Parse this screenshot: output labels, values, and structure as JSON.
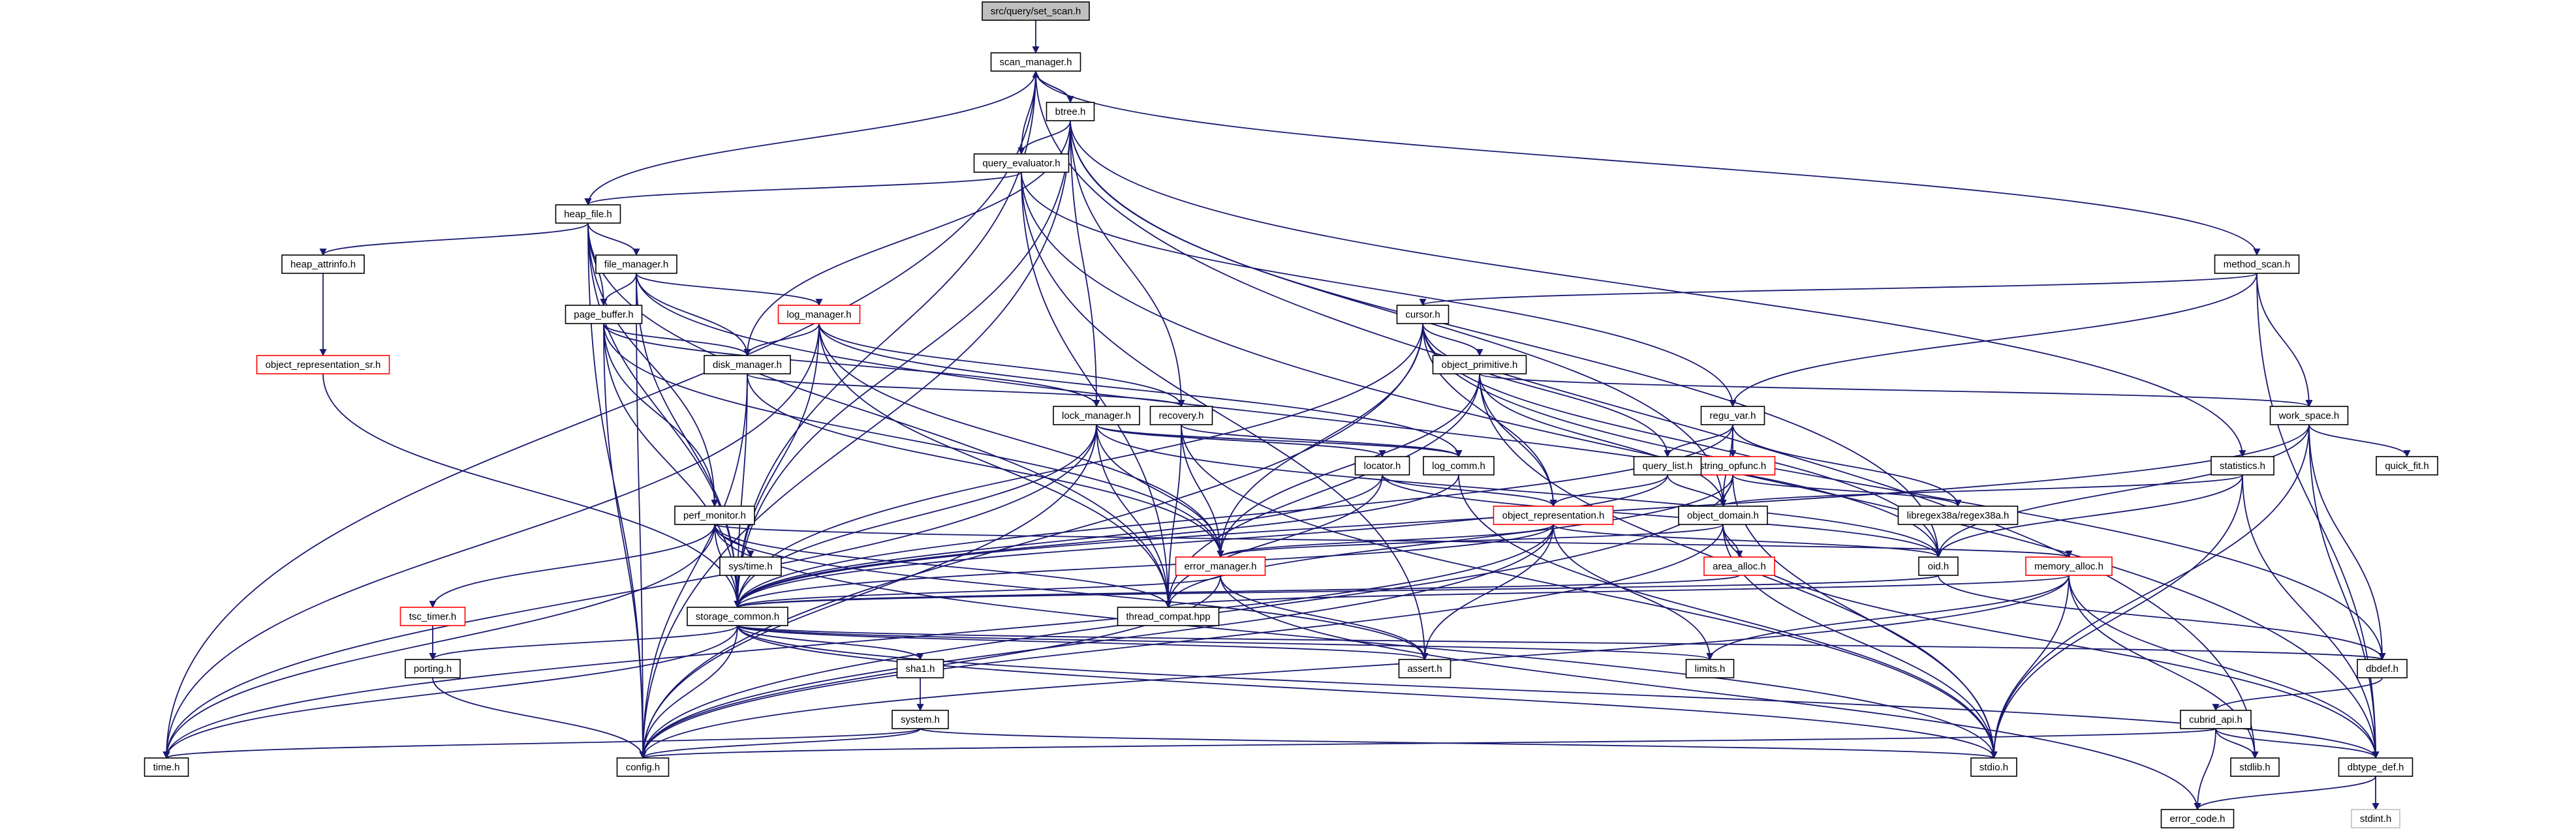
{
  "diagram": {
    "colors": {
      "edge": "#191970",
      "root_fill": "#bfbfbf",
      "red_border": "#ff0000",
      "grey_border": "#bfbfbf"
    },
    "nodes": [
      {
        "id": "set_scan",
        "label": "src/query/set_scan.h",
        "style": "root"
      },
      {
        "id": "scan_manager",
        "label": "scan_manager.h"
      },
      {
        "id": "btree",
        "label": "btree.h"
      },
      {
        "id": "query_evaluator",
        "label": "query_evaluator.h"
      },
      {
        "id": "heap_file",
        "label": "heap_file.h"
      },
      {
        "id": "heap_attrinfo",
        "label": "heap_attrinfo.h"
      },
      {
        "id": "object_representation_sr",
        "label": "object_representation_sr.h",
        "style": "red"
      },
      {
        "id": "file_manager",
        "label": "file_manager.h"
      },
      {
        "id": "page_buffer",
        "label": "page_buffer.h"
      },
      {
        "id": "log_manager",
        "label": "log_manager.h",
        "style": "red"
      },
      {
        "id": "disk_manager",
        "label": "disk_manager.h"
      },
      {
        "id": "lock_manager",
        "label": "lock_manager.h"
      },
      {
        "id": "recovery",
        "label": "recovery.h"
      },
      {
        "id": "method_scan",
        "label": "method_scan.h"
      },
      {
        "id": "cursor",
        "label": "cursor.h"
      },
      {
        "id": "object_primitive",
        "label": "object_primitive.h"
      },
      {
        "id": "regu_var",
        "label": "regu_var.h"
      },
      {
        "id": "work_space",
        "label": "work_space.h"
      },
      {
        "id": "quick_fit",
        "label": "quick_fit.h"
      },
      {
        "id": "string_opfunc",
        "label": "string_opfunc.h",
        "style": "red"
      },
      {
        "id": "query_list",
        "label": "query_list.h"
      },
      {
        "id": "statistics",
        "label": "statistics.h"
      },
      {
        "id": "libregex38a",
        "label": "libregex38a/regex38a.h"
      },
      {
        "id": "locator",
        "label": "locator.h"
      },
      {
        "id": "log_comm",
        "label": "log_comm.h"
      },
      {
        "id": "object_domain",
        "label": "object_domain.h"
      },
      {
        "id": "perf_monitor",
        "label": "perf_monitor.h"
      },
      {
        "id": "object_representation",
        "label": "object_representation.h",
        "style": "red"
      },
      {
        "id": "sys_time",
        "label": "sys/time.h"
      },
      {
        "id": "area_alloc",
        "label": "area_alloc.h",
        "style": "red"
      },
      {
        "id": "error_manager",
        "label": "error_manager.h",
        "style": "red"
      },
      {
        "id": "oid",
        "label": "oid.h"
      },
      {
        "id": "memory_alloc",
        "label": "memory_alloc.h",
        "style": "red"
      },
      {
        "id": "tsc_timer",
        "label": "tsc_timer.h",
        "style": "red"
      },
      {
        "id": "storage_common",
        "label": "storage_common.h"
      },
      {
        "id": "thread_compat",
        "label": "thread_compat.hpp"
      },
      {
        "id": "porting",
        "label": "porting.h"
      },
      {
        "id": "assert",
        "label": "assert.h"
      },
      {
        "id": "limits",
        "label": "limits.h"
      },
      {
        "id": "dbdef",
        "label": "dbdef.h"
      },
      {
        "id": "sha1",
        "label": "sha1.h"
      },
      {
        "id": "system",
        "label": "system.h"
      },
      {
        "id": "cubrid_api",
        "label": "cubrid_api.h"
      },
      {
        "id": "time",
        "label": "time.h"
      },
      {
        "id": "config",
        "label": "config.h"
      },
      {
        "id": "stdio",
        "label": "stdio.h"
      },
      {
        "id": "stdlib",
        "label": "stdlib.h"
      },
      {
        "id": "dbtype_def",
        "label": "dbtype_def.h"
      },
      {
        "id": "error_code",
        "label": "error_code.h"
      },
      {
        "id": "stdint",
        "label": "stdint.h",
        "style": "grey"
      }
    ],
    "edges": [
      [
        "set_scan",
        "scan_manager"
      ],
      [
        "scan_manager",
        "btree"
      ],
      [
        "scan_manager",
        "query_evaluator"
      ],
      [
        "scan_manager",
        "heap_file"
      ],
      [
        "scan_manager",
        "method_scan"
      ],
      [
        "scan_manager",
        "storage_common"
      ],
      [
        "scan_manager",
        "time"
      ],
      [
        "scan_manager",
        "stdlib"
      ],
      [
        "btree",
        "scan_manager"
      ],
      [
        "btree",
        "query_evaluator"
      ],
      [
        "btree",
        "disk_manager"
      ],
      [
        "btree",
        "lock_manager"
      ],
      [
        "btree",
        "recovery"
      ],
      [
        "btree",
        "statistics"
      ],
      [
        "btree",
        "object_domain"
      ],
      [
        "btree",
        "oid"
      ],
      [
        "btree",
        "storage_common"
      ],
      [
        "btree",
        "config"
      ],
      [
        "query_evaluator",
        "heap_file"
      ],
      [
        "query_evaluator",
        "regu_var"
      ],
      [
        "query_evaluator",
        "thread_compat"
      ],
      [
        "query_evaluator",
        "assert"
      ],
      [
        "query_evaluator",
        "dbtype_def"
      ],
      [
        "heap_file",
        "heap_attrinfo"
      ],
      [
        "heap_file",
        "file_manager"
      ],
      [
        "heap_file",
        "page_buffer"
      ],
      [
        "heap_file",
        "perf_monitor"
      ],
      [
        "heap_file",
        "storage_common"
      ],
      [
        "heap_file",
        "thread_compat"
      ],
      [
        "heap_file",
        "config"
      ],
      [
        "heap_attrinfo",
        "object_representation_sr"
      ],
      [
        "object_representation_sr",
        "storage_common"
      ],
      [
        "file_manager",
        "page_buffer"
      ],
      [
        "file_manager",
        "log_manager"
      ],
      [
        "file_manager",
        "disk_manager"
      ],
      [
        "file_manager",
        "storage_common"
      ],
      [
        "file_manager",
        "config"
      ],
      [
        "file_manager",
        "oid"
      ],
      [
        "page_buffer",
        "disk_manager"
      ],
      [
        "page_buffer",
        "lock_manager"
      ],
      [
        "page_buffer",
        "perf_monitor"
      ],
      [
        "page_buffer",
        "storage_common"
      ],
      [
        "page_buffer",
        "error_manager"
      ],
      [
        "page_buffer",
        "config"
      ],
      [
        "log_manager",
        "disk_manager"
      ],
      [
        "log_manager",
        "recovery"
      ],
      [
        "log_manager",
        "log_comm"
      ],
      [
        "log_manager",
        "error_manager"
      ],
      [
        "log_manager",
        "storage_common"
      ],
      [
        "log_manager",
        "thread_compat"
      ],
      [
        "log_manager",
        "time"
      ],
      [
        "disk_manager",
        "recovery"
      ],
      [
        "disk_manager",
        "error_manager"
      ],
      [
        "disk_manager",
        "storage_common"
      ],
      [
        "disk_manager",
        "config"
      ],
      [
        "lock_manager",
        "locator"
      ],
      [
        "lock_manager",
        "log_comm"
      ],
      [
        "lock_manager",
        "oid"
      ],
      [
        "lock_manager",
        "storage_common"
      ],
      [
        "lock_manager",
        "error_manager"
      ],
      [
        "lock_manager",
        "thread_compat"
      ],
      [
        "lock_manager",
        "time"
      ],
      [
        "lock_manager",
        "config"
      ],
      [
        "recovery",
        "log_comm"
      ],
      [
        "recovery",
        "error_manager"
      ],
      [
        "recovery",
        "thread_compat"
      ],
      [
        "recovery",
        "stdio"
      ],
      [
        "method_scan",
        "cursor"
      ],
      [
        "method_scan",
        "regu_var"
      ],
      [
        "method_scan",
        "work_space"
      ],
      [
        "method_scan",
        "dbtype_def"
      ],
      [
        "cursor",
        "object_primitive"
      ],
      [
        "cursor",
        "query_list"
      ],
      [
        "cursor",
        "object_representation"
      ],
      [
        "cursor",
        "error_manager"
      ],
      [
        "cursor",
        "oid"
      ],
      [
        "cursor",
        "storage_common"
      ],
      [
        "cursor",
        "config"
      ],
      [
        "cursor",
        "dbdef"
      ],
      [
        "object_primitive",
        "object_domain"
      ],
      [
        "object_primitive",
        "object_representation"
      ],
      [
        "object_primitive",
        "work_space"
      ],
      [
        "object_primitive",
        "error_manager"
      ],
      [
        "object_primitive",
        "thread_compat"
      ],
      [
        "object_primitive",
        "stdio"
      ],
      [
        "regu_var",
        "string_opfunc"
      ],
      [
        "regu_var",
        "query_list"
      ],
      [
        "regu_var",
        "object_domain"
      ],
      [
        "regu_var",
        "libregex38a"
      ],
      [
        "regu_var",
        "storage_common"
      ],
      [
        "work_space",
        "quick_fit"
      ],
      [
        "work_space",
        "oid"
      ],
      [
        "work_space",
        "dbdef"
      ],
      [
        "work_space",
        "stdio"
      ],
      [
        "work_space",
        "dbtype_def"
      ],
      [
        "work_space",
        "storage_common"
      ],
      [
        "string_opfunc",
        "libregex38a"
      ],
      [
        "string_opfunc",
        "object_domain"
      ],
      [
        "string_opfunc",
        "thread_compat"
      ],
      [
        "string_opfunc",
        "config"
      ],
      [
        "string_opfunc",
        "stdio"
      ],
      [
        "query_list",
        "object_domain"
      ],
      [
        "query_list",
        "object_representation"
      ],
      [
        "query_list",
        "storage_common"
      ],
      [
        "statistics",
        "object_domain"
      ],
      [
        "statistics",
        "dbtype_def"
      ],
      [
        "statistics",
        "oid"
      ],
      [
        "statistics",
        "stdio"
      ],
      [
        "locator",
        "object_representation"
      ],
      [
        "locator",
        "oid"
      ],
      [
        "locator",
        "storage_common"
      ],
      [
        "locator",
        "thread_compat"
      ],
      [
        "log_comm",
        "storage_common"
      ],
      [
        "log_comm",
        "stdio"
      ],
      [
        "object_domain",
        "area_alloc"
      ],
      [
        "object_domain",
        "error_manager"
      ],
      [
        "object_domain",
        "dbtype_def"
      ],
      [
        "object_domain",
        "config"
      ],
      [
        "object_domain",
        "stdio"
      ],
      [
        "perf_monitor",
        "sys_time"
      ],
      [
        "perf_monitor",
        "tsc_timer"
      ],
      [
        "perf_monitor",
        "memory_alloc"
      ],
      [
        "perf_monitor",
        "storage_common"
      ],
      [
        "perf_monitor",
        "thread_compat"
      ],
      [
        "perf_monitor",
        "time"
      ],
      [
        "perf_monitor",
        "assert"
      ],
      [
        "perf_monitor",
        "stdio"
      ],
      [
        "object_representation",
        "error_manager"
      ],
      [
        "object_representation",
        "oid"
      ],
      [
        "object_representation",
        "storage_common"
      ],
      [
        "object_representation",
        "assert"
      ],
      [
        "object_representation",
        "limits"
      ],
      [
        "object_representation",
        "config"
      ],
      [
        "object_representation",
        "time"
      ],
      [
        "area_alloc",
        "storage_common"
      ],
      [
        "error_manager",
        "assert"
      ],
      [
        "error_manager",
        "config"
      ],
      [
        "error_manager",
        "error_code"
      ],
      [
        "error_manager",
        "storage_common"
      ],
      [
        "oid",
        "storage_common"
      ],
      [
        "oid",
        "dbdef"
      ],
      [
        "memory_alloc",
        "thread_compat"
      ],
      [
        "memory_alloc",
        "dbtype_def"
      ],
      [
        "memory_alloc",
        "stdio"
      ],
      [
        "memory_alloc",
        "stdlib"
      ],
      [
        "memory_alloc",
        "config"
      ],
      [
        "memory_alloc",
        "limits"
      ],
      [
        "tsc_timer",
        "porting"
      ],
      [
        "storage_common",
        "porting"
      ],
      [
        "storage_common",
        "sha1"
      ],
      [
        "storage_common",
        "dbdef"
      ],
      [
        "storage_common",
        "dbtype_def"
      ],
      [
        "storage_common",
        "assert"
      ],
      [
        "storage_common",
        "limits"
      ],
      [
        "storage_common",
        "stdio"
      ],
      [
        "storage_common",
        "config"
      ],
      [
        "storage_common",
        "time"
      ],
      [
        "porting",
        "config"
      ],
      [
        "sha1",
        "system"
      ],
      [
        "system",
        "config"
      ],
      [
        "system",
        "time"
      ],
      [
        "system",
        "stdio"
      ],
      [
        "dbdef",
        "cubrid_api"
      ],
      [
        "cubrid_api",
        "error_code"
      ],
      [
        "cubrid_api",
        "stdlib"
      ],
      [
        "cubrid_api",
        "dbtype_def"
      ],
      [
        "cubrid_api",
        "config"
      ],
      [
        "dbtype_def",
        "error_code"
      ],
      [
        "dbtype_def",
        "stdint"
      ]
    ]
  }
}
